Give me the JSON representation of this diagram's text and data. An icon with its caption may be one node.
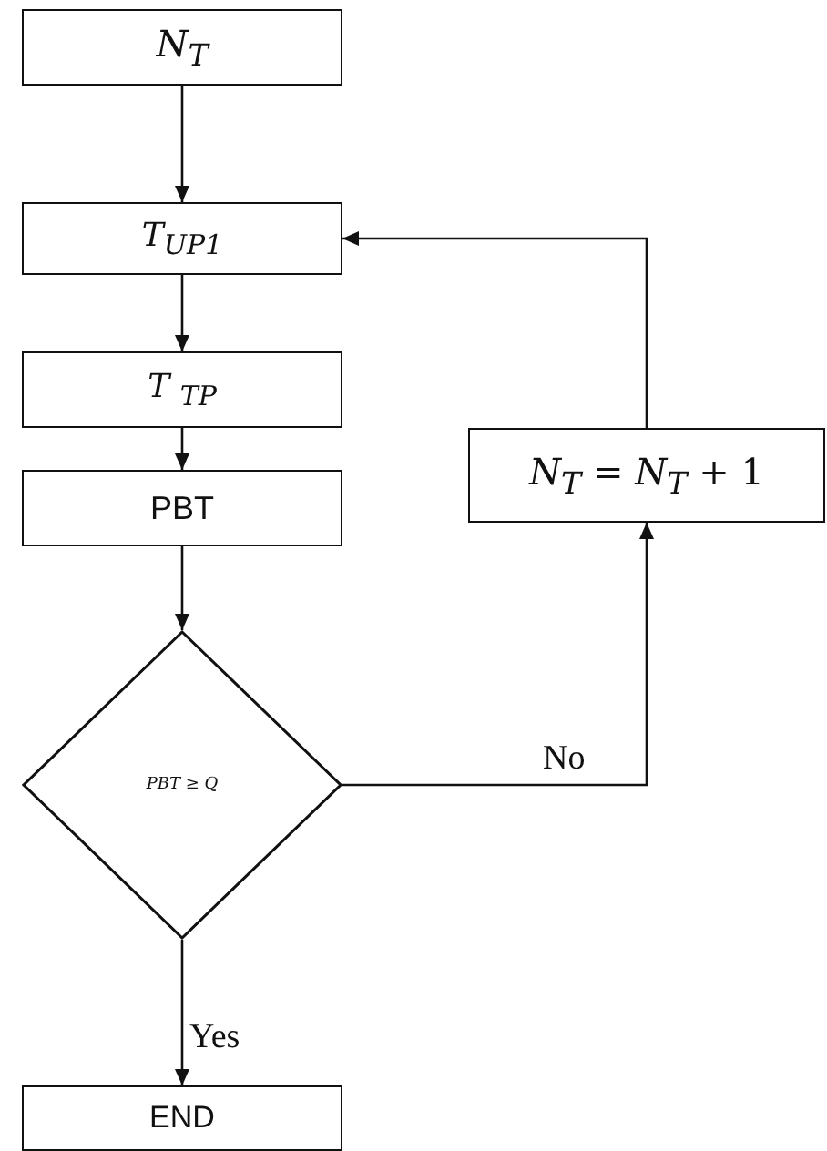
{
  "diagram": {
    "nodes": [
      {
        "text": [
          "*N*$_{T}$"
        ]
      },
      {
        "text": [
          "*T*$_{UP1}$"
        ]
      },
      {
        "text": [
          "*T* $_{TP}$"
        ]
      },
      {
        "text": [
          "PBT"
        ]
      },
      {
        "text": [
          "*N*$_{T}$ =  *N*$_{T}$ + 1"
        ]
      },
      {
        "text": [
          "*PBT* ≥ *Q*"
        ]
      },
      {
        "text": [
          "END"
        ]
      }
    ],
    "edges": [
      {
        "from": 0,
        "to": 1,
        "arrow": "to"
      },
      {
        "from": 1,
        "to": 2,
        "arrow": "to"
      },
      {
        "from": 2,
        "to": 3,
        "arrow": "to"
      },
      {
        "from": 3,
        "to": 5,
        "arrow": "to"
      },
      {
        "from": 5,
        "to": 4,
        "arrow": "to",
        "label": "No"
      },
      {
        "from": 4,
        "to": 1,
        "arrow": "to"
      },
      {
        "from": 5,
        "to": 6,
        "arrow": "to",
        "label": "Yes"
      }
    ]
  }
}
